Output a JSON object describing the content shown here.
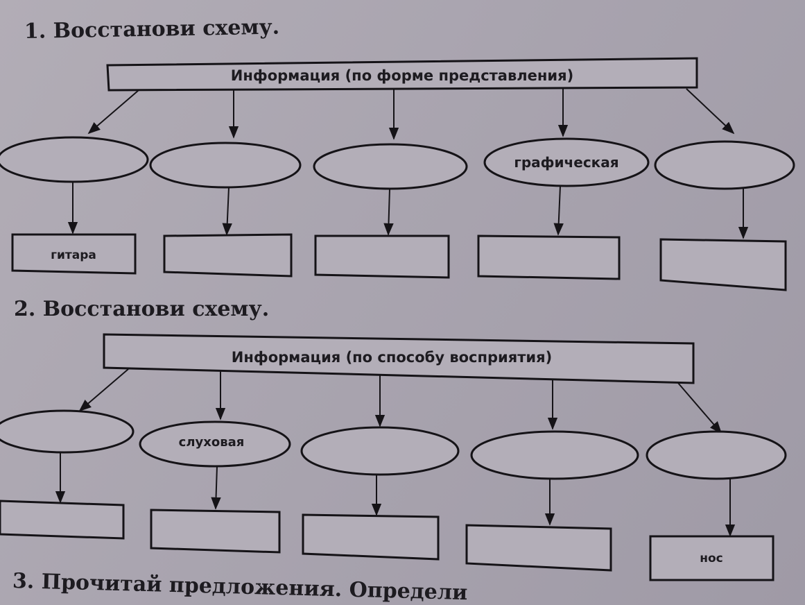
{
  "exercise1": {
    "heading": "1. Восстанови схему.",
    "root": "Информация (по форме представления)",
    "types": [
      "",
      "",
      "",
      "графическая",
      ""
    ],
    "examples": [
      "гитара",
      "",
      "",
      "",
      ""
    ]
  },
  "exercise2": {
    "heading": "2. Восстанови схему.",
    "root": "Информация (по способу восприятия)",
    "types": [
      "",
      "слуховая",
      "",
      "",
      ""
    ],
    "examples": [
      "",
      "",
      "",
      "",
      "нос"
    ]
  },
  "exercise3": {
    "heading": "3. Прочитай предложения. Определи"
  }
}
